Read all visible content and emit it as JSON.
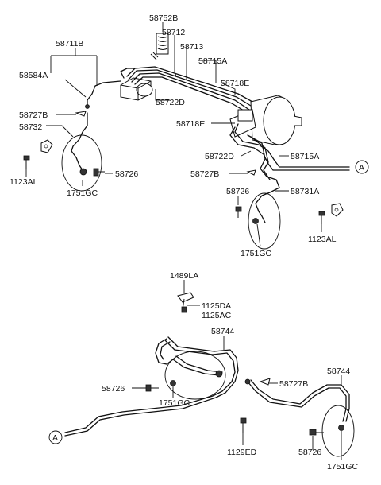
{
  "labels": {
    "l58752B": "58752B",
    "l58712": "58712",
    "l58713": "58713",
    "l58715A_top": "58715A",
    "l58711B": "58711B",
    "l58584A": "58584A",
    "l58718E_top": "58718E",
    "l58722D_top": "58722D",
    "l58727B_top": "58727B",
    "l58718E_mid": "58718E",
    "l58732": "58732",
    "l58722D_mid": "58722D",
    "l58715A_mid": "58715A",
    "l58727B_mid": "58727B",
    "l1123AL_left": "1123AL",
    "l58726_left": "58726",
    "l1751GC_left": "1751GC",
    "l58726_mid": "58726",
    "l58731A": "58731A",
    "l1751GC_mid": "1751GC",
    "l1123AL_right": "1123AL",
    "l1489LA": "1489LA",
    "l1125DA": "1125DA",
    "l1125AC": "1125AC",
    "l58744_center": "58744",
    "l58726_low": "58726",
    "l1751GC_low": "1751GC",
    "l58727B_low": "58727B",
    "l58744_right": "58744",
    "l1129ED": "1129ED",
    "l58726_br": "58726",
    "l1751GC_br": "1751GC",
    "ref_A_top": "A",
    "ref_A_bottom": "A"
  }
}
